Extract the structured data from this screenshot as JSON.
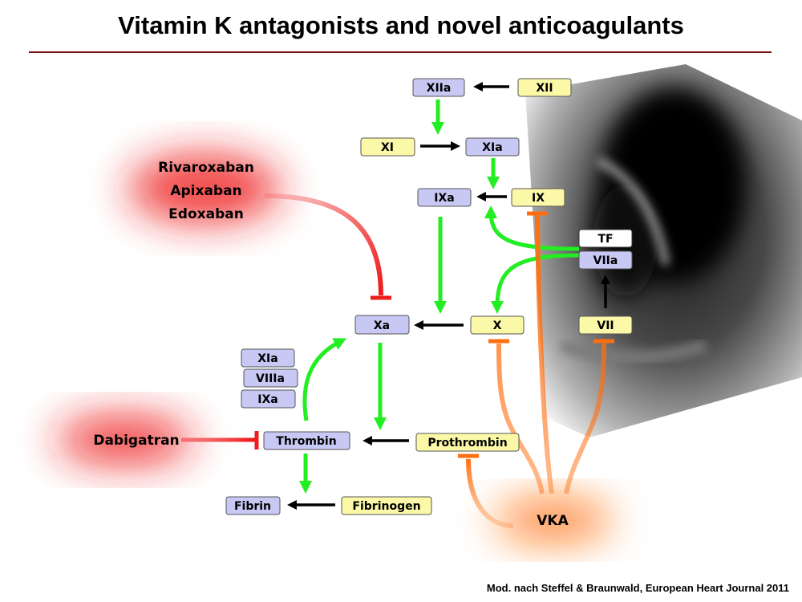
{
  "title": "Vitamin K antagonists and novel anticoagulants",
  "footer": "Mod. nach Steffel & Braunwald, European Heart Journal 2011",
  "colors": {
    "active_factor_fill": "#c8c8f4",
    "zymogen_fill": "#fbf8a8",
    "activation_arrow": "#22ee22",
    "conversion_arrow": "#000000",
    "vka_inhibition": "#ff6f10",
    "noac_inhibition": "#ee1c1c",
    "title_rule": "#7a1515"
  },
  "factors": {
    "xiia": "XIIa",
    "xii": "XII",
    "xi": "XI",
    "xia": "XIa",
    "ixa": "IXa",
    "ix": "IX",
    "tf": "TF",
    "viia": "VIIa",
    "vii": "VII",
    "xa": "Xa",
    "x": "X",
    "cofactor_xia": "XIa",
    "cofactor_viiia": "VIIIa",
    "cofactor_ixa": "IXa",
    "thrombin": "Thrombin",
    "prothrombin": "Prothrombin",
    "fibrin": "Fibrin",
    "fibrinogen": "Fibrinogen"
  },
  "drugs": {
    "xa_inhibitors": [
      "Rivaroxaban",
      "Apixaban",
      "Edoxaban"
    ],
    "thrombin_inhibitor": "Dabigatran",
    "vka": "VKA"
  }
}
